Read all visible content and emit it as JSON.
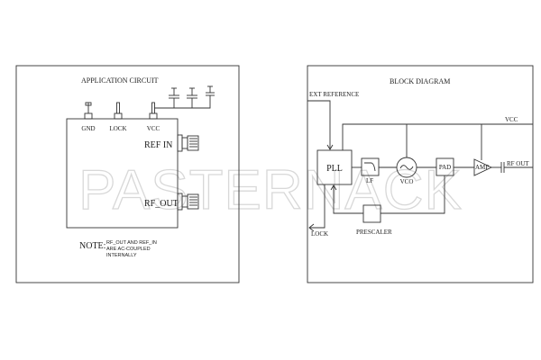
{
  "watermark": "PASTERNACK",
  "application_circuit": {
    "title": "APPLICATION CIRCUIT",
    "pins": [
      "GND",
      "LOCK",
      "VCC"
    ],
    "ports": {
      "ref_in": "REF IN",
      "rf_out": "RF_OUT"
    },
    "note_label": "NOTE:",
    "note_lines": [
      "RF_OUT AND REF_IN",
      "ARE AC-COUPLED",
      "INTERNALLY"
    ]
  },
  "block_diagram": {
    "title": "BLOCK DIAGRAM",
    "ext_reference": "EXT REFERENCE",
    "vcc": "VCC",
    "pll": "PLL",
    "lf": "LF",
    "vco": "VCO",
    "pad": "PAD",
    "amp": "AMP",
    "rf_out": "RF OUT",
    "prescaler": "PRESCALER",
    "lock": "LOCK"
  }
}
